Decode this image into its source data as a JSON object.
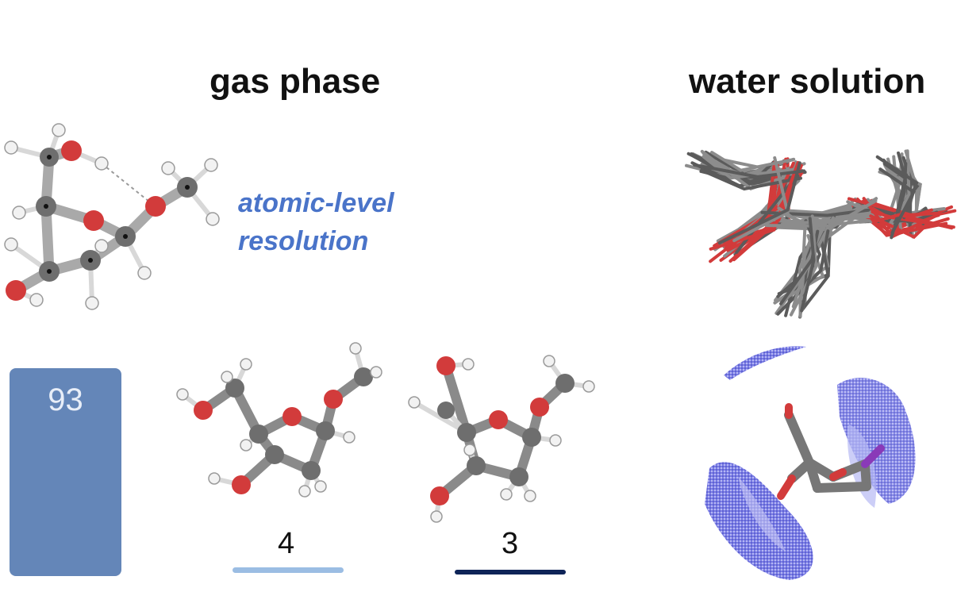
{
  "headings": {
    "gas_phase": "gas phase",
    "water_solution": "water solution"
  },
  "annotation": {
    "line1": "atomic-level",
    "line2": "resolution",
    "color": "#4a74c9"
  },
  "conformers": {
    "major_value": "93",
    "major_color": "#6486b8",
    "minor_a_value": "4",
    "minor_a_color": "#9bbde3",
    "minor_b_value": "3",
    "minor_b_color": "#0e2458"
  },
  "colors": {
    "carbon": "#6e6e6e",
    "oxygen": "#d23b3b",
    "hydrogen": "#f2f2f2",
    "density": "#6f72e0"
  }
}
